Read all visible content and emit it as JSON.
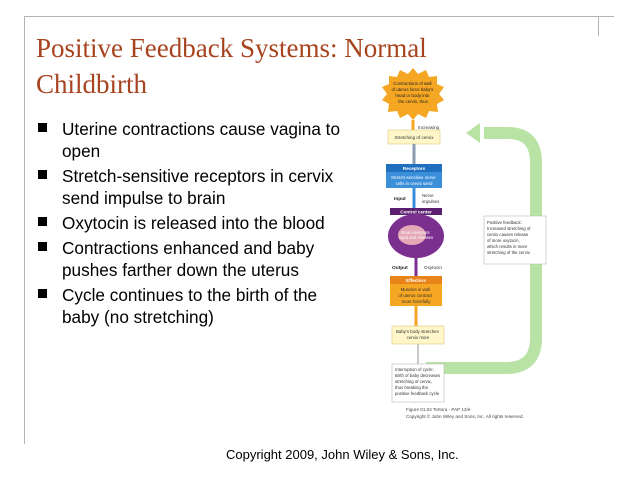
{
  "title": "Positive Feedback Systems: Normal Childbirth",
  "bullets": [
    "Uterine contractions cause vagina to open",
    "Stretch-sensitive receptors in cervix send impulse to brain",
    "Oxytocin is released into the blood",
    "Contractions enhanced and baby pushes farther down the uterus",
    "Cycle continues to the birth of the baby (no stretching)"
  ],
  "copyright": "Copyright 2009, John Wiley & Sons, Inc.",
  "figure": {
    "top_box": [
      "Contractions of wall",
      "of uterus force baby's",
      "head or body into",
      "the cervix, thus"
    ],
    "increasing": "Increasing",
    "stretching": "Stretching of cervix",
    "receptors_title": "Receptors",
    "receptors_text": [
      "Stretch-sensitive nerve",
      "cells in cervix send"
    ],
    "input": "Input",
    "nerve_impulses": [
      "Nerve",
      "impulses"
    ],
    "control_center": "Control center",
    "brain_label": [
      "Brain interprets",
      "input and releases"
    ],
    "output": "Output",
    "oxytocin": "Oxytocin",
    "effectors_title": "Effectors",
    "effectors_text": [
      "Muscles in wall",
      "of uterus contract",
      "more forcefully"
    ],
    "baby_box": [
      "Baby's body stretches",
      "cervix more"
    ],
    "interruption": [
      "Interruption of cycle:",
      "Birth of baby decreases",
      "stretching of cervix,",
      "thus breaking the",
      "positive feedback cycle"
    ],
    "feedback_box": [
      "Positive feedback:",
      "Increased stretching of",
      "cervix causes release",
      "of more oxytocin,",
      "which results in more",
      "stretching of the cervix"
    ],
    "caption": [
      "Figure 01.04  Tortora - PAP 12/e",
      "Copyright © John Wiley and Sons, Inc. All rights reserved."
    ],
    "colors": {
      "orange": "#f5a623",
      "blue": "#3b8fd9",
      "purple": "#7b2f8f",
      "green_arrow": "#b9e3a4",
      "pale": "#fff6c9",
      "title": "#a8431f"
    }
  }
}
